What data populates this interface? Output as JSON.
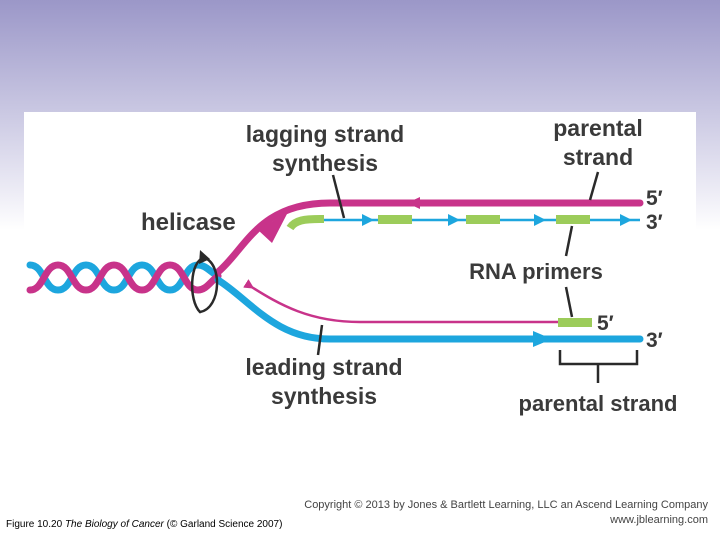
{
  "colors": {
    "magenta_strand": "#c8338a",
    "blue_strand": "#1da6de",
    "primer_green": "#9ccc5a",
    "label_text": "#3a3a3a",
    "header_top": "#9b97c8"
  },
  "labels": {
    "lagging_line1": "lagging strand",
    "lagging_line2": "synthesis",
    "parental_top_line1": "parental",
    "parental_top_line2": "strand",
    "helicase": "helicase",
    "rna_primers": "RNA primers",
    "leading_line1": "leading strand",
    "leading_line2": "synthesis",
    "parental_bottom": "parental strand",
    "top_5prime": "5′",
    "top_3prime": "3′",
    "mid_5prime": "5′",
    "bottom_3prime": "3′"
  },
  "footer": {
    "copyright_line1": "Copyright © 2013 by Jones & Bartlett Learning, LLC an Ascend Learning Company",
    "copyright_line2": "www.jblearning.com",
    "caption_prefix": "Figure 10.20",
    "caption_book": "The Biology of Cancer",
    "caption_suffix": "(© Garland Science 2007)"
  }
}
